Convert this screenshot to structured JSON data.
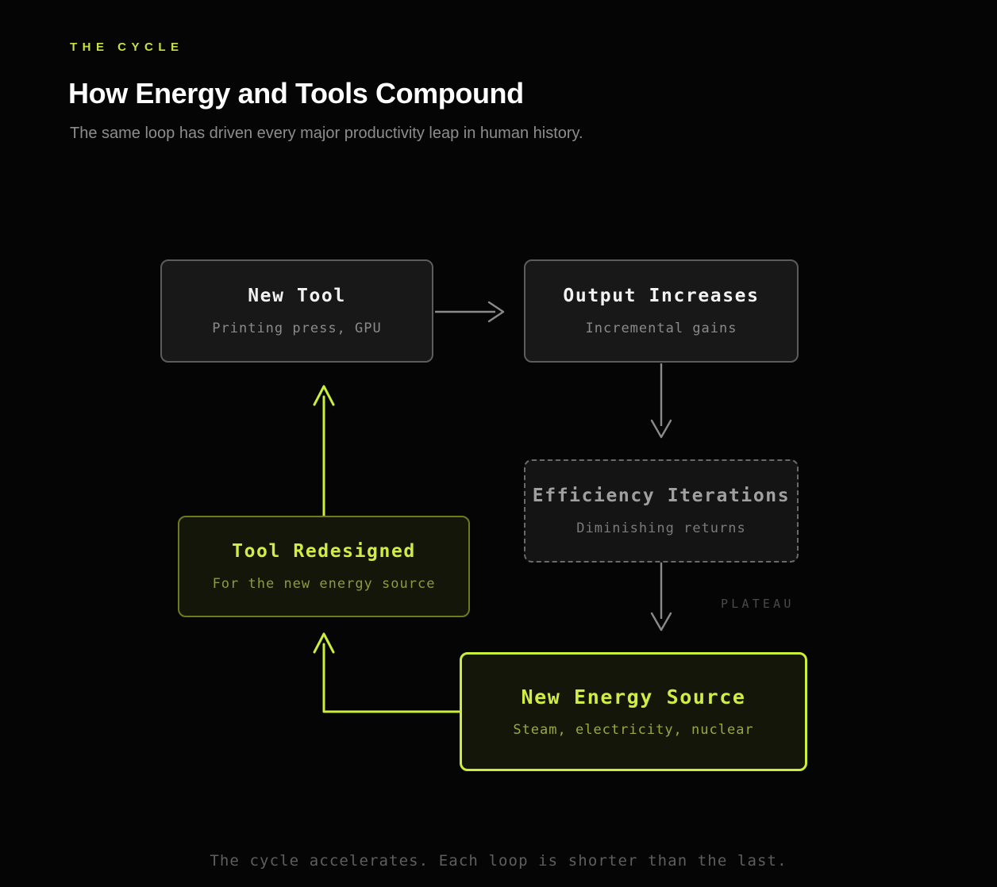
{
  "header": {
    "eyebrow": "THE CYCLE",
    "title": "How Energy and Tools Compound",
    "subtitle": "The same loop has driven every major productivity leap in human history."
  },
  "colors": {
    "background": "#050505",
    "accent": "#ccee3a",
    "accent_text": "#d2ec46",
    "accent_dim_border": "#6f7a1c",
    "neutral_border": "#5c5c5c",
    "neutral_fill": "#181818",
    "dashed_border": "#6a6a6a",
    "arrow_gray": "#8a8a8a",
    "arrow_accent": "#ccee3a",
    "title_text": "#ffffff",
    "muted_text": "#8d8d8d"
  },
  "diagram": {
    "type": "cycle-flowchart",
    "nodes": [
      {
        "id": "new-tool",
        "title": "New Tool",
        "subtitle": "Printing press, GPU",
        "style": "neutral"
      },
      {
        "id": "output-increases",
        "title": "Output Increases",
        "subtitle": "Incremental gains",
        "style": "neutral"
      },
      {
        "id": "efficiency-iterations",
        "title": "Efficiency Iterations",
        "subtitle": "Diminishing returns",
        "style": "dashed"
      },
      {
        "id": "new-energy-source",
        "title": "New Energy Source",
        "subtitle": "Steam, electricity, nuclear",
        "style": "accent"
      },
      {
        "id": "tool-redesigned",
        "title": "Tool Redesigned",
        "subtitle": "For the new energy source",
        "style": "accent-dim"
      }
    ],
    "annotations": [
      {
        "id": "plateau",
        "text": "PLATEAU"
      }
    ],
    "edges": [
      {
        "from": "new-tool",
        "to": "output-increases",
        "style": "gray"
      },
      {
        "from": "output-increases",
        "to": "efficiency-iterations",
        "style": "gray"
      },
      {
        "from": "efficiency-iterations",
        "to": "new-energy-source",
        "style": "gray"
      },
      {
        "from": "new-energy-source",
        "to": "tool-redesigned",
        "style": "accent"
      },
      {
        "from": "tool-redesigned",
        "to": "new-tool",
        "style": "accent"
      }
    ]
  },
  "footer": {
    "caption": "The cycle accelerates. Each loop is shorter than the last."
  }
}
